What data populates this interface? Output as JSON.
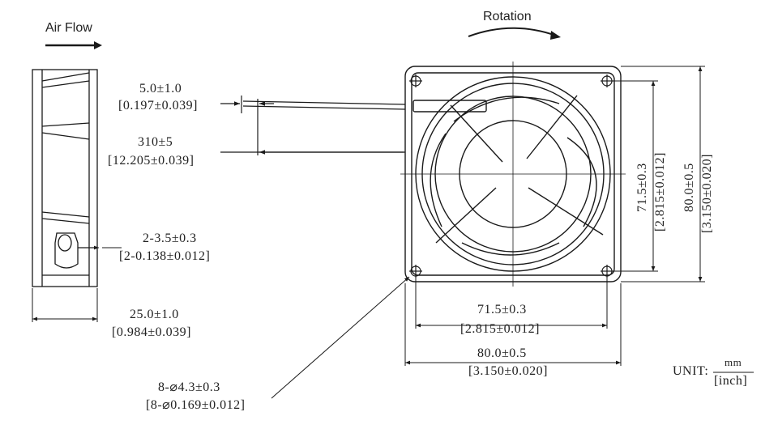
{
  "airflow_label": "Air Flow",
  "rotation_label": "Rotation",
  "dims": {
    "lead_mm": "5.0±1.0",
    "lead_in": "[0.197±0.039]",
    "wire_mm": "310±5",
    "wire_in": "[12.205±0.039]",
    "pins_mm": "2-3.5±0.3",
    "pins_in": "[2-0.138±0.012]",
    "depth_mm": "25.0±1.0",
    "depth_in": "[0.984±0.039]",
    "holes_mm": "8-⌀4.3±0.3",
    "holes_in": "[8-⌀0.169±0.012]",
    "hole_pitch_h_mm": "71.5±0.3",
    "hole_pitch_h_in": "[2.815±0.012]",
    "width_mm": "80.0±0.5",
    "width_in": "[3.150±0.020]",
    "hole_pitch_v_mm": "71.5±0.3",
    "hole_pitch_v_in": "[2.815±0.012]",
    "height_mm": "80.0±0.5",
    "height_in": "[3.150±0.020]"
  },
  "unit": {
    "label": "UNIT:",
    "numerator": "mm",
    "denominator": "[inch]"
  },
  "line_color": "#1a1a1a"
}
